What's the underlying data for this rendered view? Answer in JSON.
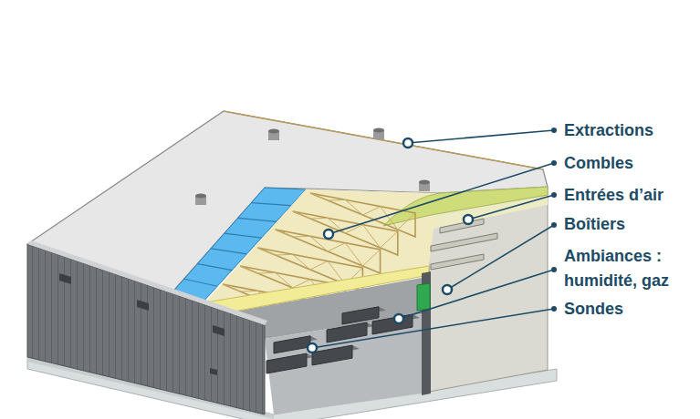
{
  "diagram": {
    "labels": [
      "Extractions",
      "Combles",
      "Entrées d’air",
      "Boîtiers",
      "Ambiances : humidité, gaz",
      "Sondes"
    ]
  }
}
